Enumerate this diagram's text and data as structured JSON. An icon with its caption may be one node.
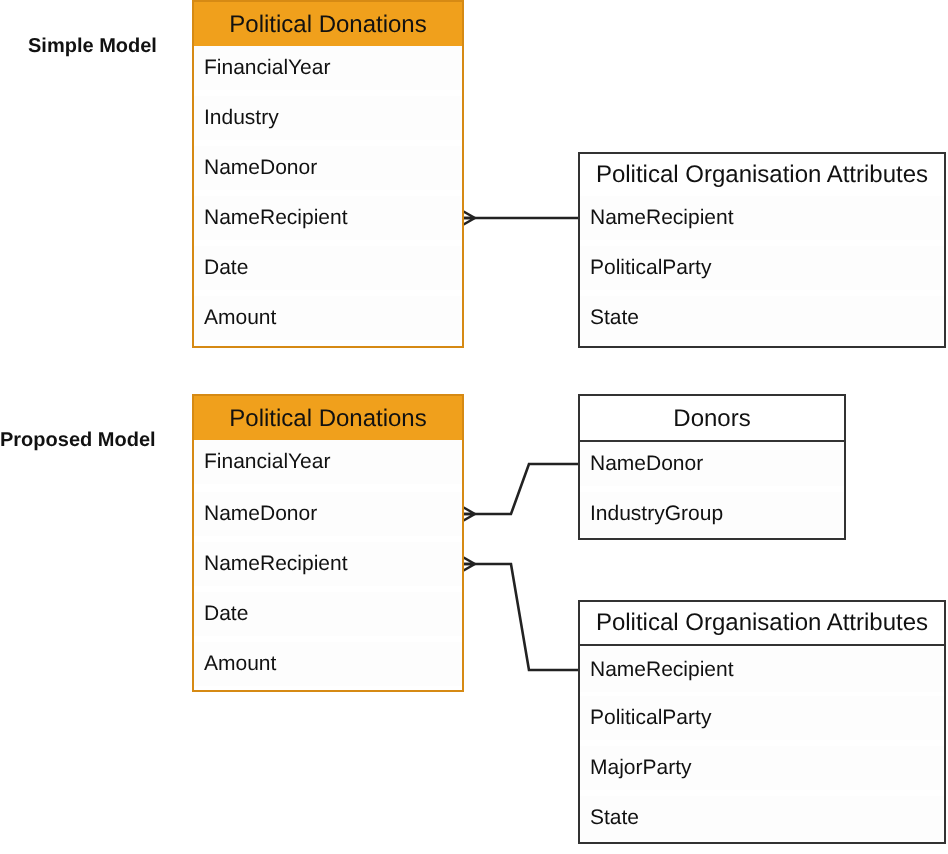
{
  "diagram": {
    "nodes": [
      {
        "text": [
          "Political Donations"
        ]
      },
      {
        "text": [
          "FinancialYear"
        ],
        "in": 0
      },
      {
        "text": [
          "Industry"
        ],
        "in": 0
      },
      {
        "text": [
          "NameDonor"
        ],
        "in": 0
      },
      {
        "text": [
          "NameRecipient"
        ],
        "in": 0
      },
      {
        "text": [
          "Date"
        ],
        "in": 0
      },
      {
        "text": [
          "Amount"
        ],
        "in": 0
      },
      {
        "text": [
          "Political Organisation Attributes"
        ]
      },
      {
        "text": [
          "NameRecipient"
        ],
        "in": 7
      },
      {
        "text": [
          "PoliticalParty"
        ],
        "in": 7
      },
      {
        "text": [
          "State"
        ],
        "in": 7
      },
      {
        "text": [
          "Political Donations"
        ]
      },
      {
        "text": [
          "FinancialYear"
        ],
        "in": 11
      },
      {
        "text": [
          "NameDonor"
        ],
        "in": 11
      },
      {
        "text": [
          "NameRecipient"
        ],
        "in": 11
      },
      {
        "text": [
          "Date"
        ],
        "in": 11
      },
      {
        "text": [
          "Amount"
        ],
        "in": 11
      },
      {
        "text": [
          "Donors"
        ]
      },
      {
        "text": [
          "NameDonor"
        ],
        "in": 17
      },
      {
        "text": [
          "IndustryGroup"
        ],
        "in": 17
      },
      {
        "text": [
          "Political Organisation Attributes"
        ]
      },
      {
        "text": [
          "NameRecipient"
        ],
        "in": 20
      },
      {
        "text": [
          "PoliticalParty"
        ],
        "in": 20
      },
      {
        "text": [
          "MajorParty"
        ],
        "in": 20
      },
      {
        "text": [
          "State"
        ],
        "in": 20
      }
    ],
    "edges": [
      {
        "from": 4,
        "to": 8,
        "arrow": "other"
      },
      {
        "from": 13,
        "to": 18,
        "arrow": "other"
      },
      {
        "from": 14,
        "to": 21,
        "arrow": "other"
      }
    ],
    "labels": [
      "Simple Model",
      "Proposed Model"
    ]
  }
}
